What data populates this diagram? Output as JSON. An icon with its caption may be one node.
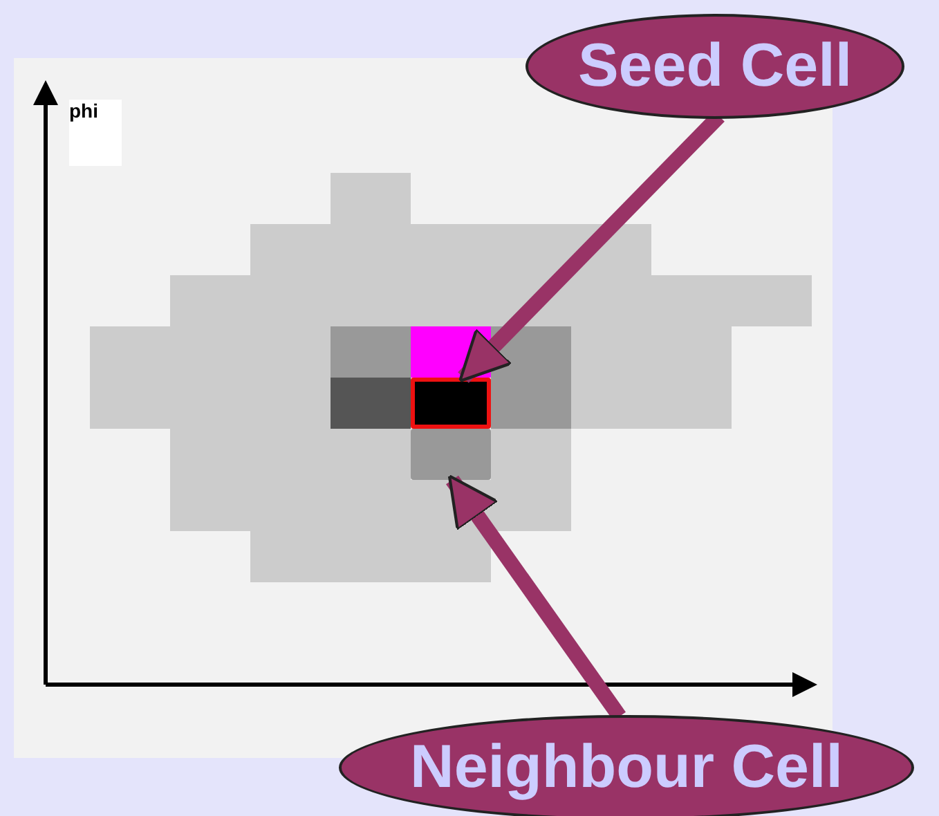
{
  "diagram": {
    "nodes": [
      {
        "text": [
          "Seed Cell"
        ]
      },
      {
        "text": [
          "Neighbour Cell"
        ]
      },
      {
        "text": [],
        "shape": "box"
      },
      {
        "text": [],
        "shape": "box"
      }
    ],
    "edges": [
      {
        "from": 0,
        "to": 2,
        "arrow": "to"
      },
      {
        "from": 1,
        "to": 3,
        "arrow": "to"
      }
    ],
    "labels": [
      "phi"
    ]
  }
}
